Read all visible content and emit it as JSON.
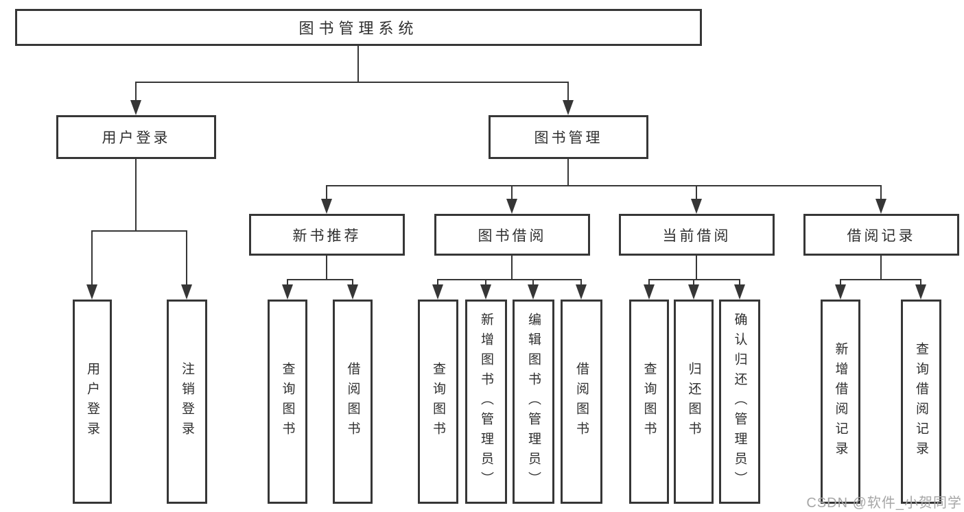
{
  "diagram": {
    "root": "图书管理系统",
    "level2": {
      "user_login": "用户登录",
      "book_mgmt": "图书管理"
    },
    "level3": {
      "recommend": "新书推荐",
      "borrow": "图书借阅",
      "current": "当前借阅",
      "records": "借阅记录"
    },
    "leaves": {
      "user": [
        "用户登录",
        "注销登录"
      ],
      "recommend": [
        "查询图书",
        "借阅图书"
      ],
      "borrow": [
        "查询图书",
        "新增图书（管理员）",
        "编辑图书（管理员）",
        "借阅图书"
      ],
      "current": [
        "查询图书",
        "归还图书",
        "确认归还（管理员）"
      ],
      "records": [
        "新增借阅记录",
        "查询借阅记录"
      ]
    }
  },
  "watermark": "CSDN @软件_小贺同学",
  "colors": {
    "line": "#363636",
    "text": "#2f2f2f",
    "background": "#ffffff",
    "watermark": "#a6a6a6"
  }
}
